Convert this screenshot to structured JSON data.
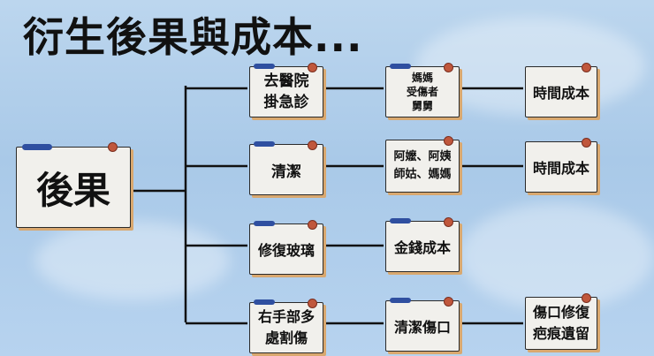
{
  "title": "衍生後果與成本...",
  "root": "後果",
  "branches": [
    {
      "cause": [
        "去醫院",
        "掛急診"
      ],
      "helper": [
        "媽媽",
        "受傷者",
        "舅舅"
      ],
      "cost": [
        "時間成本"
      ]
    },
    {
      "cause": [
        "清潔"
      ],
      "helper": [
        "阿嬤、阿姨",
        "師姑、媽媽"
      ],
      "cost": [
        "時間成本"
      ]
    },
    {
      "cause": [
        "修復玻璃"
      ],
      "helper": [
        "金錢成本"
      ],
      "cost": []
    },
    {
      "cause": [
        "右手部多",
        "處割傷"
      ],
      "helper": [
        "清潔傷口"
      ],
      "cost": [
        "傷口修復",
        "疤痕遺留"
      ]
    }
  ]
}
